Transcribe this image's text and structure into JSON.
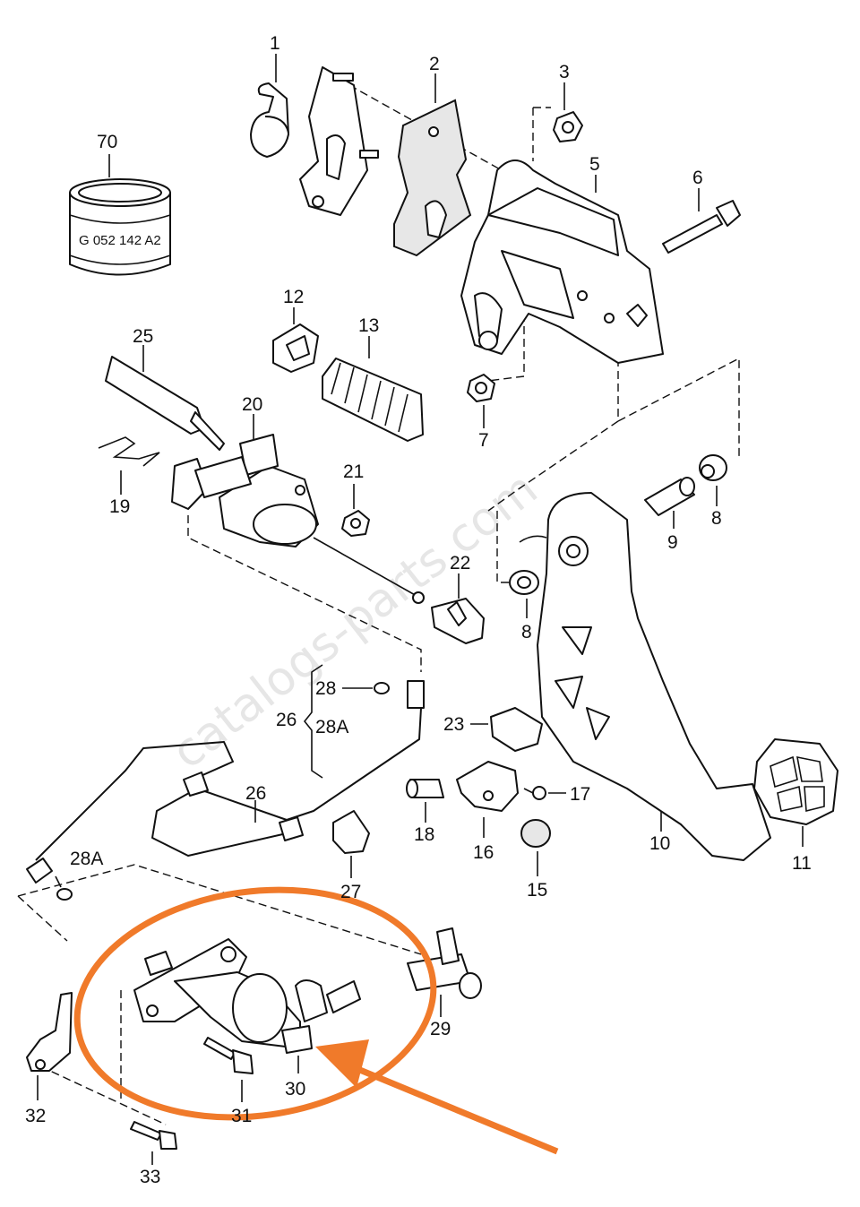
{
  "labels": {
    "l1": "1",
    "l2": "2",
    "l3": "3",
    "l5": "5",
    "l6": "6",
    "l7": "7",
    "l8a": "8",
    "l8b": "8",
    "l9": "9",
    "l10": "10",
    "l11": "11",
    "l12": "12",
    "l13": "13",
    "l15": "15",
    "l16": "16",
    "l17": "17",
    "l18": "18",
    "l19": "19",
    "l20": "20",
    "l21": "21",
    "l22": "22",
    "l23": "23",
    "l25": "25",
    "l26a": "26",
    "l26b": "26",
    "l27": "27",
    "l28a": "28",
    "l28A1": "28A",
    "l28A2": "28A",
    "l29": "29",
    "l30": "30",
    "l31": "31",
    "l32": "32",
    "l33": "33",
    "l70": "70"
  },
  "part_marking": "G 052 142 A2",
  "watermark": "catalogs-parts.com",
  "colors": {
    "callout": "#f07a2a",
    "line": "#111111",
    "background": "#ffffff"
  }
}
